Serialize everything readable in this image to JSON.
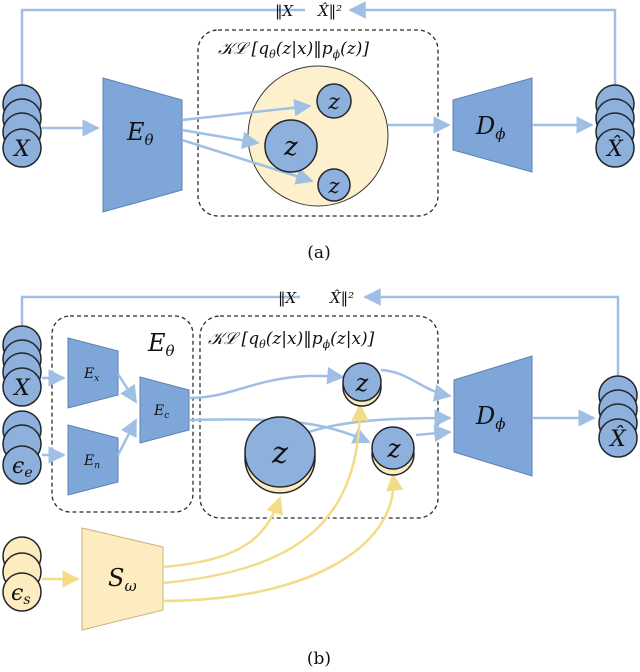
{
  "colors": {
    "node_blue": "#8eb0dc",
    "node_stroke": "#23262b",
    "block_blue": "#7fa6d9",
    "block_blue_stroke": "#5c82b3",
    "arrow_blue": "#9fc0e4",
    "arrow_yellow": "#f3dc86",
    "latent_fill": "#fdf0cc",
    "s_block": "#fdecc0",
    "s_block_stroke": "#c9b27a",
    "dashed": "#2b2b2b"
  },
  "panel_a": {
    "caption": "(a)",
    "loss_left": "‖X",
    "loss_right": "X̂‖²",
    "kl_label": "𝒦ℒ [q",
    "kl_sub1": "θ",
    "kl_mid": "(z|x)‖p",
    "kl_sub2": "ϕ",
    "kl_end": "(z)]",
    "input_label": "X",
    "output_label": "X̂",
    "encoder_label": "E",
    "encoder_sub": "θ",
    "decoder_label": "D",
    "decoder_sub": "ϕ",
    "latent_top": "z",
    "latent_mid": "z",
    "latent_bot": "z"
  },
  "panel_b": {
    "caption": "(b)",
    "loss_left": "‖X",
    "loss_right": "X̂‖²",
    "kl_label": "𝒦ℒ [q",
    "kl_sub1": "θ",
    "kl_mid": "(z|x)‖p",
    "kl_sub2": "ϕ",
    "kl_end": "(z|x)]",
    "input_x": "X",
    "input_eps_e": "ϵ",
    "input_eps_e_sub": "e",
    "input_eps_s": "ϵ",
    "input_eps_s_sub": "s",
    "output_label": "X̂",
    "encoder_group_label": "E",
    "encoder_group_sub": "θ",
    "ex_label": "E",
    "ex_sub": "x",
    "en_label": "E",
    "en_sub": "n",
    "ec_label": "E",
    "ec_sub": "c",
    "decoder_label": "D",
    "decoder_sub": "ϕ",
    "s_label": "S",
    "s_sub": "ω",
    "latent_top": "z",
    "latent_big": "z",
    "latent_right": "z"
  }
}
